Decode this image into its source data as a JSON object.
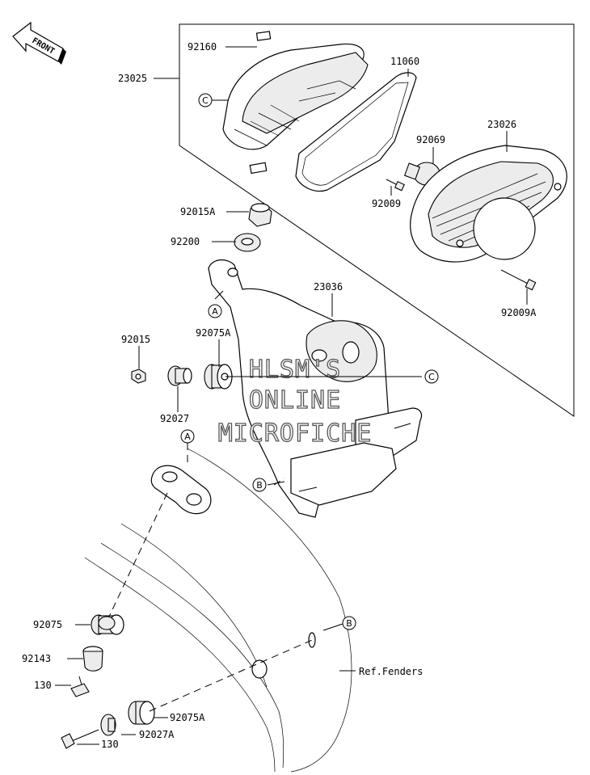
{
  "front_badge": "FRONT",
  "watermark": [
    "HLSM'S",
    "ONLINE",
    "MICROFICHE"
  ],
  "callouts": {
    "a": "A",
    "b": "B",
    "c": "C"
  },
  "parts": {
    "p92160": "92160",
    "p23025": "23025",
    "p11060": "11060",
    "p23026": "23026",
    "p92069": "92069",
    "p92009": "92009",
    "p92015A": "92015A",
    "p92200": "92200",
    "p23036": "23036",
    "p92009A": "92009A",
    "p92015": "92015",
    "p92075A_top": "92075A",
    "p92027_top": "92027",
    "p92075": "92075",
    "p92143": "92143",
    "p130_top": "130",
    "p92075A_bot": "92075A",
    "p92027A": "92027A",
    "p130_bot": "130",
    "ref_fenders": "Ref.Fenders"
  }
}
